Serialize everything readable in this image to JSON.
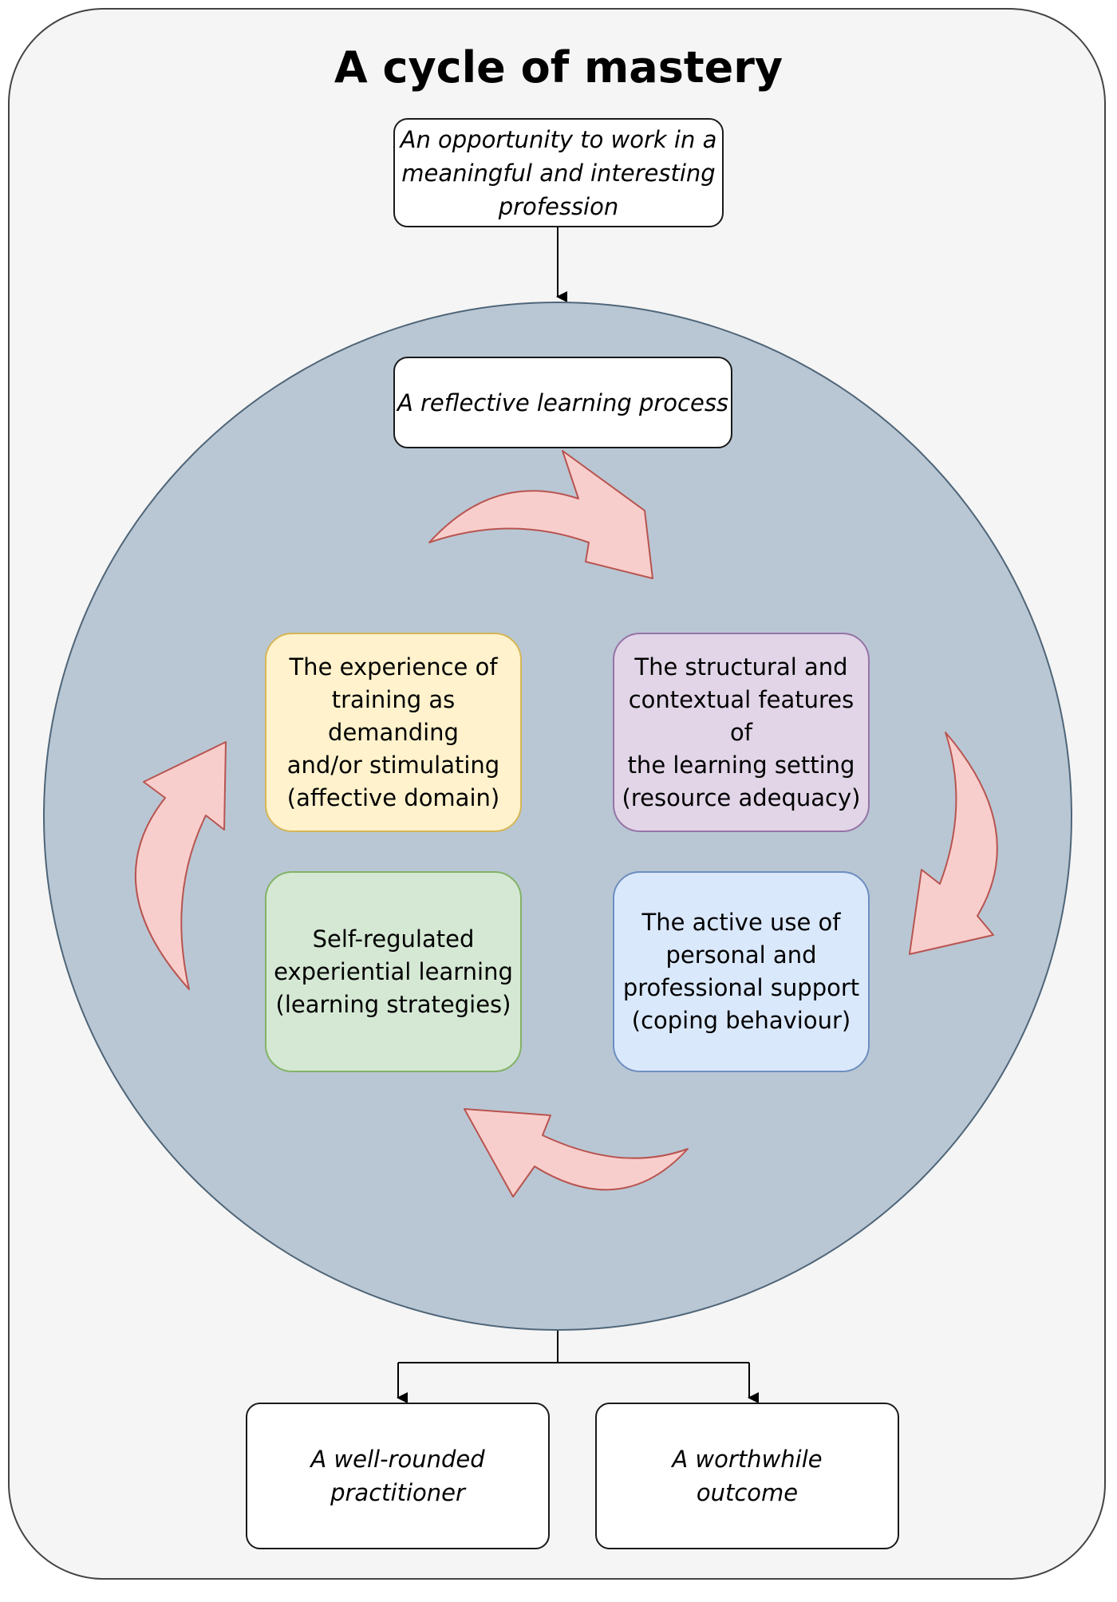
{
  "title": "A cycle of mastery",
  "input_box": {
    "text": "An opportunity to work in a\nmeaningful and interesting\nprofession"
  },
  "process_label": {
    "text": "A reflective learning process"
  },
  "stages": {
    "affective": {
      "text": "The experience of\ntraining as demanding\nand/or stimulating\n(affective domain)",
      "color": "#fff2cc"
    },
    "structural": {
      "text": "The structural and\ncontextual features of\nthe learning setting\n(resource adequacy)",
      "color": "#e1d5e7"
    },
    "coping": {
      "text": "The active use of\npersonal and\nprofessional support\n(coping behaviour)",
      "color": "#dae8fc"
    },
    "learning": {
      "text": "Self-regulated\nexperiential learning\n(learning strategies)",
      "color": "#d5e8d4"
    }
  },
  "outcomes": {
    "practitioner": {
      "text": "A well-rounded\npractitioner"
    },
    "worthwhile": {
      "text": "A worthwhile\noutcome"
    }
  },
  "colors": {
    "circle_fill": "#b9c7d4",
    "cycle_arrow_fill": "#f8cecc",
    "cycle_arrow_stroke": "#b85450"
  }
}
